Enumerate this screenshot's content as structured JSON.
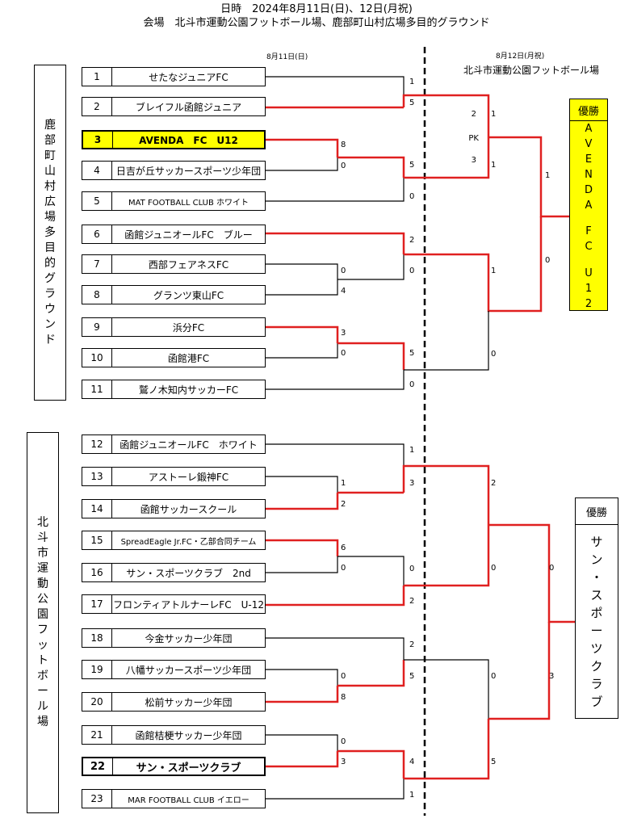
{
  "header": {
    "dates": "日時　2024年8月11日(日)、12日(月祝)",
    "venue": "会場　北斗市運動公園フットボール場、鹿部町山村広場多目的グラウンド"
  },
  "day1_label": "8月11日(日)",
  "day2_label": "8月12日(月祝)",
  "day2_venue": "北斗市運動公園フットボール場",
  "venue_a": [
    "鹿",
    "部",
    "町",
    "山",
    "村",
    "広",
    "場",
    "多",
    "目",
    "的",
    "グ",
    "ラ",
    "ウ",
    "ン",
    "ド"
  ],
  "venue_b": [
    "北",
    "斗",
    "市",
    "運",
    "動",
    "公",
    "園",
    "フ",
    "ッ",
    "ト",
    "ボ",
    "ー",
    "ル",
    "場"
  ],
  "teams": [
    {
      "num": "1",
      "name": "せたなジュニアFC"
    },
    {
      "num": "2",
      "name": "ブレイフル函館ジュニア"
    },
    {
      "num": "3",
      "name": "AVENDA　FC　U12"
    },
    {
      "num": "4",
      "name": "日吉が丘サッカースポーツ少年団"
    },
    {
      "num": "5",
      "name": "MAT FOOTBALL CLUB ホワイト"
    },
    {
      "num": "6",
      "name": "函館ジュニオールFC　ブルー"
    },
    {
      "num": "7",
      "name": "西部フェアネスFC"
    },
    {
      "num": "8",
      "name": "グランツ東山FC"
    },
    {
      "num": "9",
      "name": "浜分FC"
    },
    {
      "num": "10",
      "name": "函館港FC"
    },
    {
      "num": "11",
      "name": "鷲ノ木知内サッカーFC"
    },
    {
      "num": "12",
      "name": "函館ジュニオールFC　ホワイト"
    },
    {
      "num": "13",
      "name": "アストーレ鍛神FC"
    },
    {
      "num": "14",
      "name": "函館サッカースクール"
    },
    {
      "num": "15",
      "name": "SpreadEagle Jr.FC・乙部合同チーム"
    },
    {
      "num": "16",
      "name": "サン・スポーツクラブ　2nd"
    },
    {
      "num": "17",
      "name": "フロンティアトルナーレFC　U-12"
    },
    {
      "num": "18",
      "name": "今金サッカー少年団"
    },
    {
      "num": "19",
      "name": "八幡サッカースポーツ少年団"
    },
    {
      "num": "20",
      "name": "松前サッカー少年団"
    },
    {
      "num": "21",
      "name": "函館桔梗サッカー少年団"
    },
    {
      "num": "22",
      "name": "サン・スポーツクラブ"
    },
    {
      "num": "23",
      "name": "MAR FOOTBALL CLUB イエロー"
    }
  ],
  "champion_a": {
    "title": "優勝",
    "name_chars": [
      "A",
      "V",
      "E",
      "N",
      "D",
      "A",
      "",
      "F",
      "C",
      "",
      "U",
      "1",
      "2"
    ]
  },
  "champion_b": {
    "title": "優勝",
    "name_chars": [
      "サ",
      "ン",
      "・",
      "ス",
      "ポ",
      "ー",
      "ツ",
      "ク",
      "ラ",
      "ブ"
    ]
  },
  "scores": {
    "a_3v4": [
      "8",
      "0"
    ],
    "a_6_78": [
      "2",
      "0"
    ],
    "a_7v8": [
      "0",
      "4"
    ],
    "a_9v10": [
      "3",
      "0"
    ],
    "a_1v2": [
      "1",
      "5"
    ],
    "a_r2_top": [
      "5",
      "0"
    ],
    "a_r2_bot": [
      "5",
      "0"
    ],
    "a_sf_top": [
      "2",
      "PK",
      "3",
      "1",
      "1"
    ],
    "a_sf_bot": [
      "1",
      "0"
    ],
    "a_final": [
      "1",
      "0"
    ],
    "b_13v14": [
      "1",
      "2"
    ],
    "b_12v": [
      "1",
      "3"
    ],
    "b_15v16": [
      "6",
      "0"
    ],
    "b_16v17": [
      "0",
      "2"
    ],
    "b_19v20": [
      "0",
      "8"
    ],
    "b_18v": [
      "2",
      "5"
    ],
    "b_21v22": [
      "0",
      "3"
    ],
    "b_22v23": [
      "4",
      "1"
    ],
    "b_sf_top": [
      "2",
      "0"
    ],
    "b_sf_bot": [
      "0",
      "5"
    ],
    "b_final": [
      "0",
      "3"
    ]
  },
  "colors": {
    "win_line": "#e02020",
    "lose_line": "#000000",
    "highlight": "#ffff00"
  }
}
